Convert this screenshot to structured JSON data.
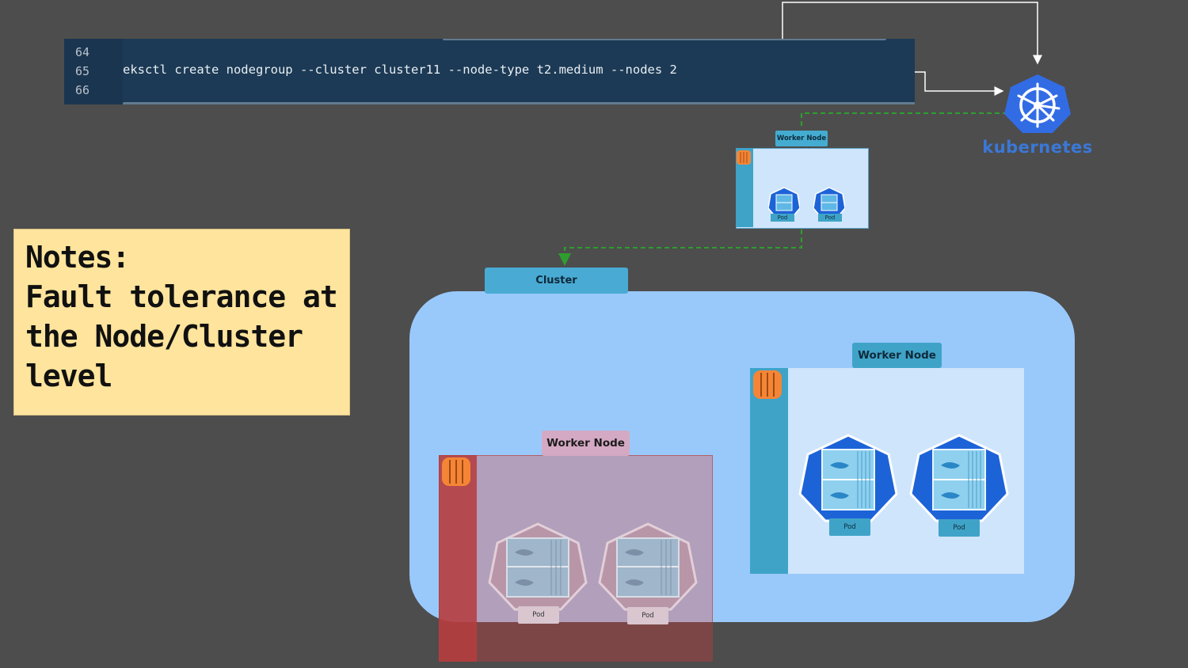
{
  "code": {
    "lines": [
      {
        "number": "64",
        "text": ""
      },
      {
        "number": "65",
        "text": "eksctl create nodegroup --cluster cluster11 --node-type t2.medium --nodes 2"
      },
      {
        "number": "66",
        "text": ""
      }
    ]
  },
  "kubernetes": {
    "wordmark": "kubernetes",
    "color": "#326ce5"
  },
  "small_node": {
    "label": "Worker Node",
    "pods": [
      "Pod",
      "Pod"
    ]
  },
  "notes": {
    "lines": [
      "Notes:",
      "Fault tolerance at",
      "the Node/Cluster",
      "level"
    ],
    "background": "#fee49c"
  },
  "cluster": {
    "label": "Cluster"
  },
  "right_node": {
    "label": "Worker Node",
    "pods": [
      "Pod",
      "Pod"
    ]
  },
  "left_node": {
    "label": "Worker Node",
    "pods": [
      "Pod",
      "Pod"
    ],
    "status_color": "#b43434"
  },
  "icons": [
    "kubernetes-helm-icon",
    "ec2-instance-icon",
    "docker-container-icon"
  ]
}
